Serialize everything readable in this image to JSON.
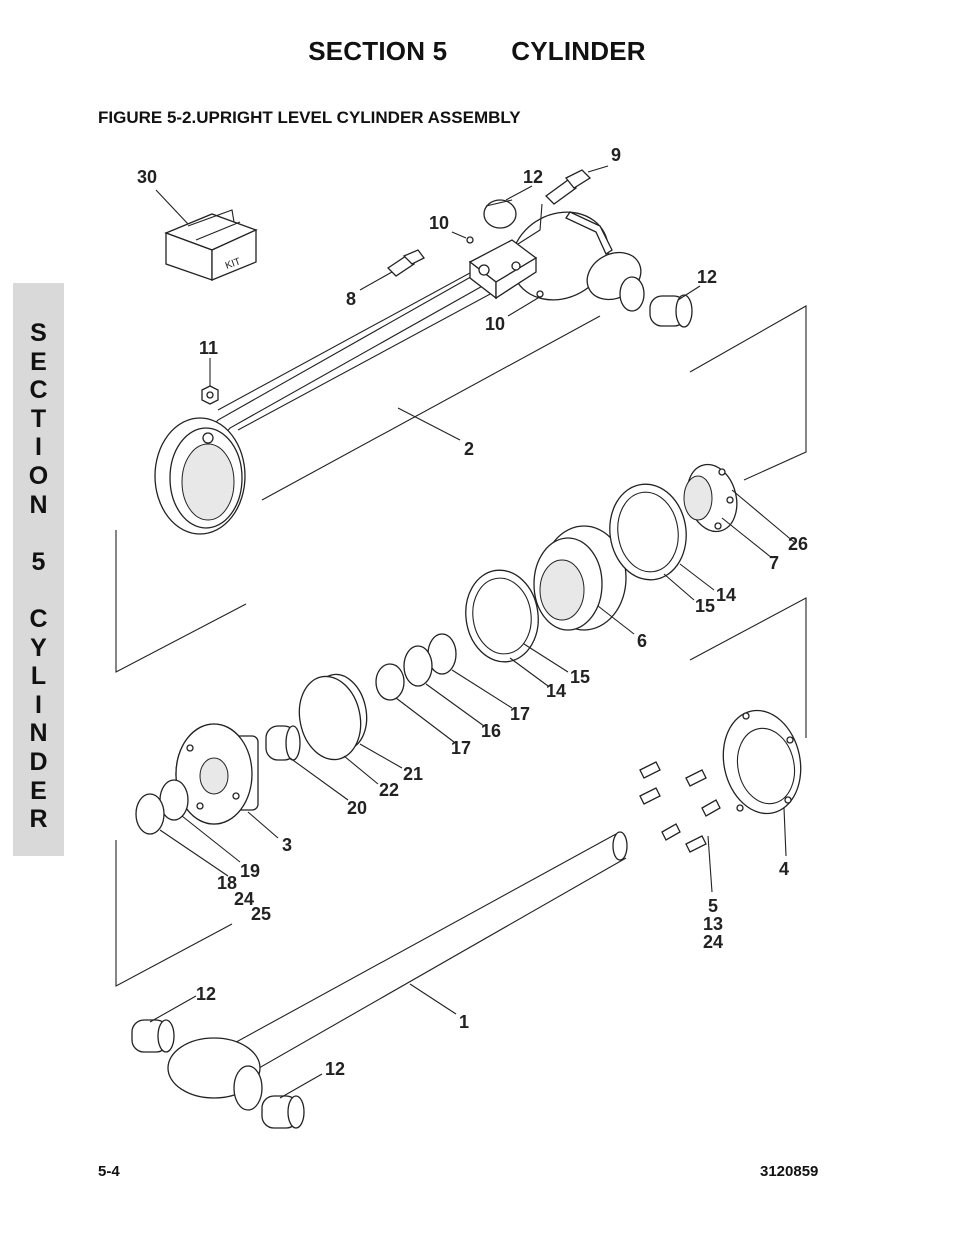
{
  "header": {
    "section": "SECTION 5",
    "title": "CYLINDER"
  },
  "figure_title": "FIGURE 5-2.UPRIGHT LEVEL CYLINDER ASSEMBLY",
  "side_tab": [
    "S",
    "E",
    "C",
    "T",
    "I",
    "O",
    "N",
    "",
    "5",
    "",
    "C",
    "Y",
    "L",
    "I",
    "N",
    "D",
    "E",
    "R"
  ],
  "callouts": {
    "c30": "30",
    "c12a": "12",
    "c9": "9",
    "c10a": "10",
    "c8": "8",
    "c10b": "10",
    "c12b": "12",
    "c11": "11",
    "c2": "2",
    "c26": "26",
    "c7": "7",
    "c14a": "14",
    "c15a": "15",
    "c6": "6",
    "c15b": "15",
    "c14b": "14",
    "c17a": "17",
    "c16": "16",
    "c17b": "17",
    "c21": "21",
    "c22": "22",
    "c20": "20",
    "c3": "3",
    "c19": "19",
    "c18": "18",
    "c24a": "24",
    "c25": "25",
    "c4": "4",
    "c5": "5",
    "c13": "13",
    "c24b": "24",
    "c12c": "12",
    "c1": "1",
    "c12d": "12"
  },
  "kit_label": "KIT",
  "footer": {
    "page": "5-4",
    "doc_number": "3120859"
  }
}
